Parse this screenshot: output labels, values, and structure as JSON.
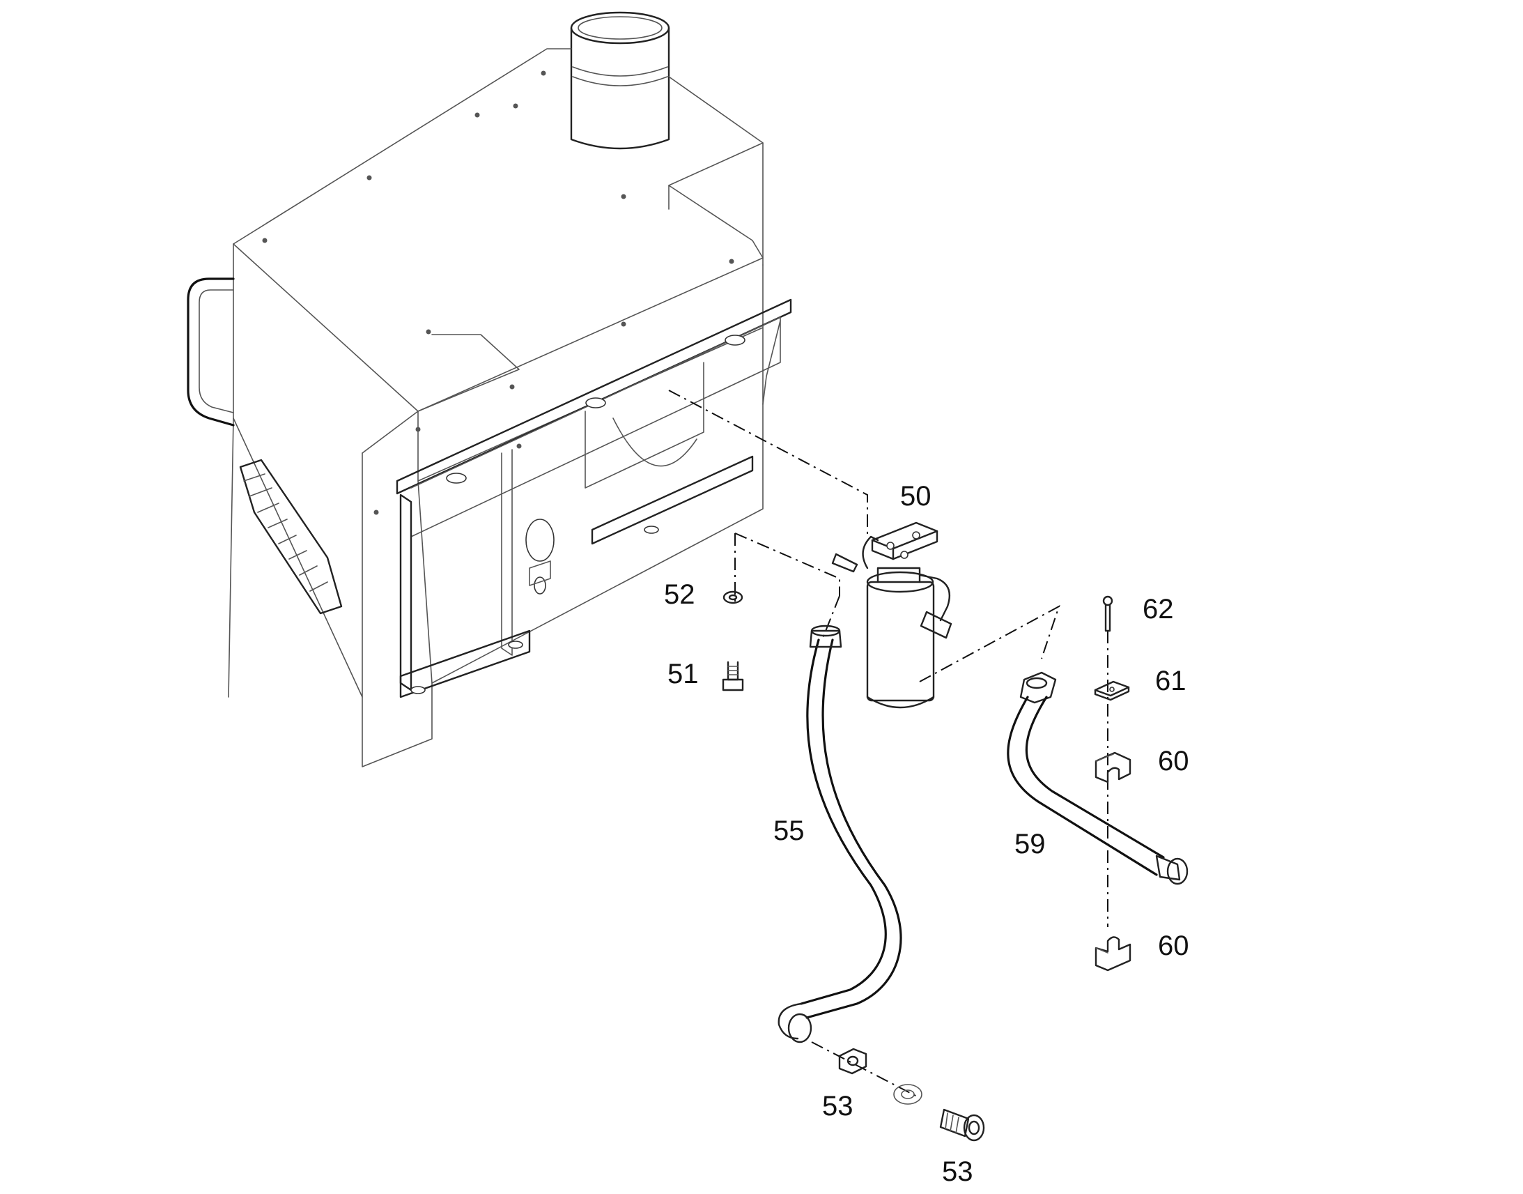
{
  "callouts": {
    "p50": "50",
    "p51": "51",
    "p52": "52",
    "p53_nut": "53",
    "p53_fitting": "53",
    "p55": "55",
    "p59": "59",
    "p60_upper": "60",
    "p60_lower": "60",
    "p61": "61",
    "p62": "62"
  }
}
